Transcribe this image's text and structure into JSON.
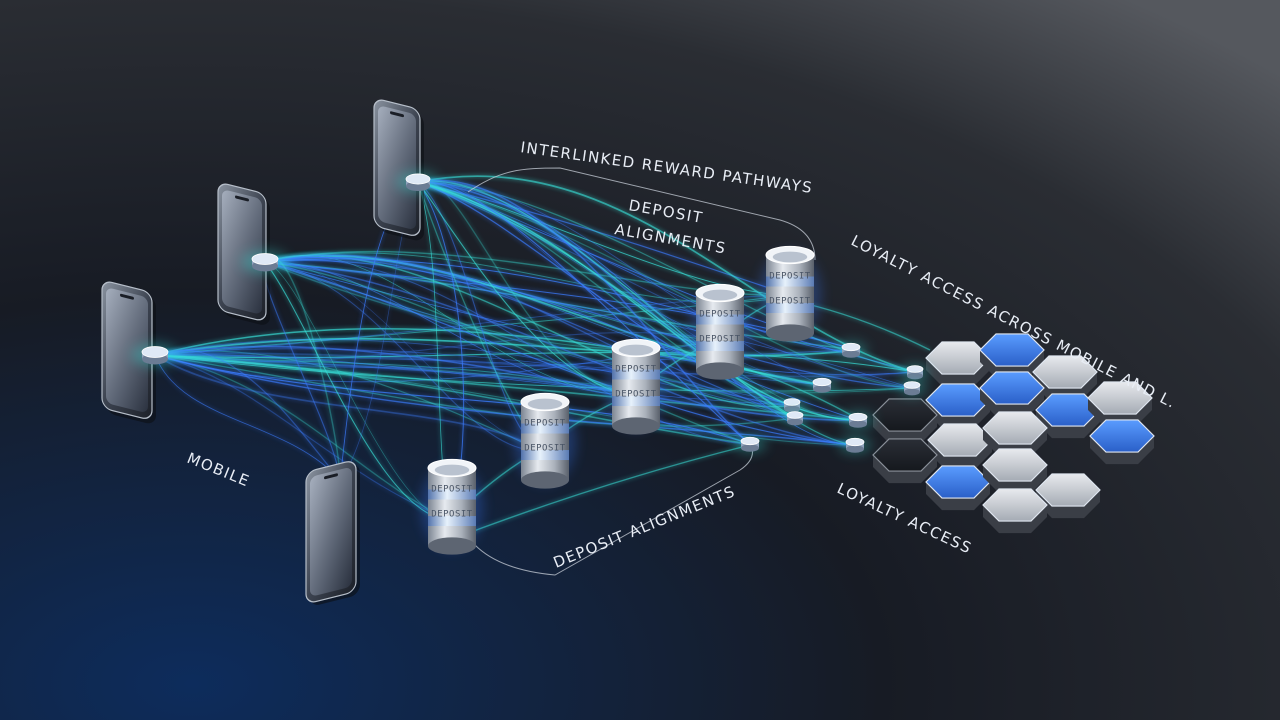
{
  "labels": {
    "interlinked": "INTERLINKED REWARD PATHWAYS",
    "deposit_top_1": "DEPOSIT",
    "deposit_top_2": "ALIGNMENTS",
    "loyalty_long": "LOYALTY ACCESS ACROSS MOBILE AND L.",
    "mobile": "MOBILE",
    "deposit_bottom": "DEPOSIT ALIGNMENTS",
    "loyalty_short": "LOYALTY ACCESS"
  },
  "cylinder_text": "DEPOSIT",
  "colors": {
    "cyan": "#38e0d8",
    "blue": "#3a7bff",
    "hex_blue": "#3a78e6",
    "hex_silver": "#c8ccd2",
    "hex_dark": "#1d2026"
  },
  "icons": [
    "smartphone-icon",
    "database-cylinder-icon",
    "node-disc-icon",
    "hexagon-tile-icon"
  ]
}
